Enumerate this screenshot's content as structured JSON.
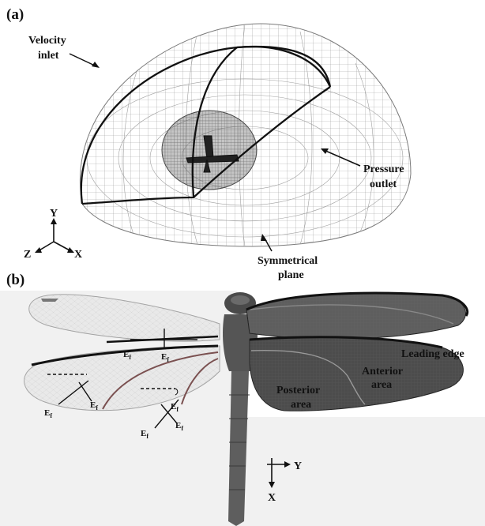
{
  "panel_a": {
    "tag": "(a)",
    "callouts": {
      "velocity_inlet": [
        "Velocity",
        "inlet"
      ],
      "pressure_outlet": [
        "Pressure",
        "outlet"
      ],
      "symmetrical_plane": [
        "Symmetrical",
        "plane"
      ]
    },
    "axes": {
      "y": "Y",
      "z": "Z",
      "x": "X"
    }
  },
  "panel_b": {
    "tag": "(b)",
    "callouts": {
      "leading_edge": "Leading edge",
      "anterior_area": [
        "Anterior",
        "area"
      ],
      "posterior_area": [
        "Posterior",
        "area"
      ]
    },
    "axes": {
      "y": "Y",
      "x": "X"
    },
    "vein_label": "E",
    "vein_subscript": "f",
    "vein_label_count": 7
  },
  "colors": {
    "wing_dark": "#3a3a3a",
    "wing_mid": "#5e5e5e",
    "leading_edge_vein": "#111111",
    "mesh_line": "#8a8a8a",
    "photo_background": "#f1f1f1"
  }
}
